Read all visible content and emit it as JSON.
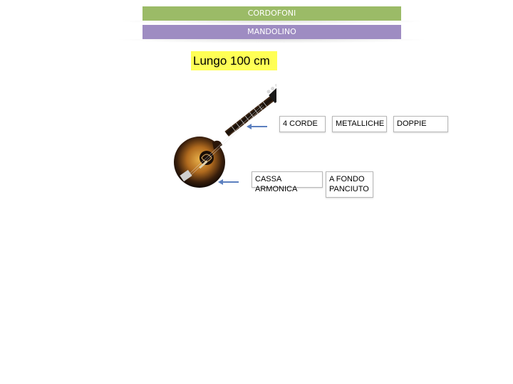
{
  "header": {
    "category": "CORDOFONI",
    "instrument": "MANDOLINO"
  },
  "length_label": "Lungo 100 cm",
  "features": {
    "strings": [
      "4 CORDE",
      "METALLICHE",
      "DOPPIE"
    ],
    "body": [
      "CASSA ARMONICA",
      "A FONDO\nPANCIUTO"
    ]
  },
  "colors": {
    "category_banner": "#9bbb67",
    "instrument_banner": "#9e8cc2",
    "highlight": "#ffff55",
    "arrow": "#5b7fbf"
  }
}
